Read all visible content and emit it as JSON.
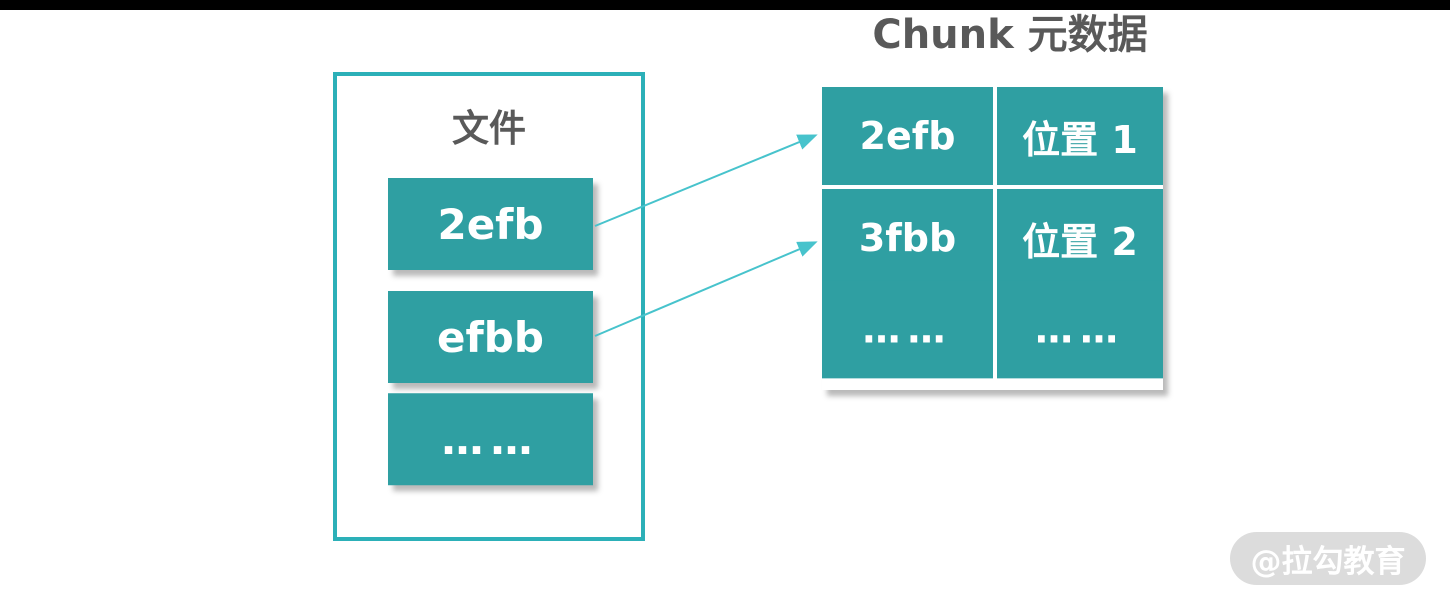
{
  "title": "Chunk 元数据",
  "file_panel": {
    "label": "文件",
    "chunks": [
      "2efb",
      "efbb",
      "……"
    ]
  },
  "metadata_table": {
    "rows": [
      {
        "chunk": "2efb",
        "location": "位置 1"
      },
      {
        "chunk": "3fbb",
        "location": "位置 2"
      },
      {
        "chunk": "……",
        "location": "……"
      }
    ]
  },
  "watermark": {
    "label": "@拉勾教育"
  },
  "colors": {
    "teal_fill": "#2F9FA2",
    "panel_border": "#2CB0B8",
    "arrow": "#47C3CC",
    "heading_text": "#595959",
    "cell_text": "#FFFFFF",
    "top_bar": "#000000",
    "watermark_bg": "#DCDCDC",
    "watermark_text": "#FFFFFF"
  }
}
